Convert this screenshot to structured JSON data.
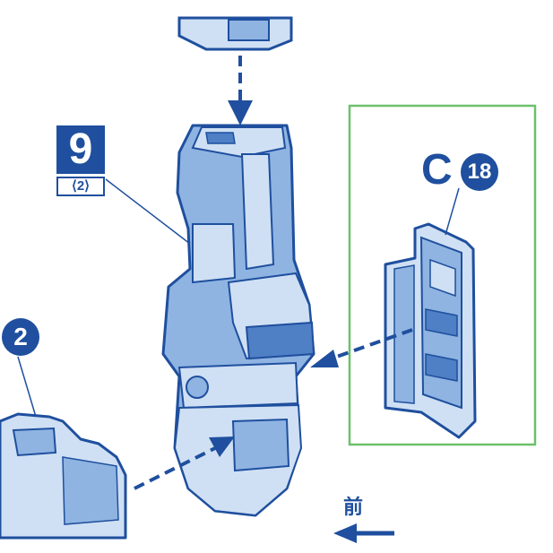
{
  "step": {
    "number": "9",
    "sub": "⟨2⟩"
  },
  "callout": {
    "letter": "C",
    "number": "18"
  },
  "part": {
    "number": "2"
  },
  "direction": {
    "label": "前"
  },
  "colors": {
    "line": "#1f4f9e",
    "fill_light": "#cfe0f4",
    "fill_mid": "#8fb4e2",
    "fill_dark": "#4f7fc4",
    "frame": "#6cc06b"
  },
  "icons": [
    "arrow-down-icon",
    "arrow-left-icon",
    "arrow-right-icon",
    "front-arrow-icon"
  ]
}
